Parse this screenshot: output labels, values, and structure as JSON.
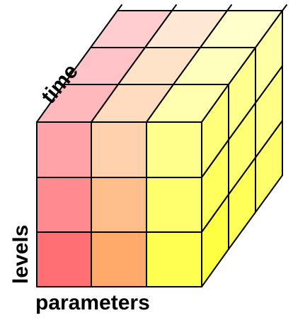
{
  "labels": {
    "time": "time",
    "levels": "levels",
    "parameters": "parameters"
  },
  "grid": {
    "columns": 3,
    "rows": 3,
    "depth": 3
  },
  "colors": {
    "front": [
      [
        "#ffa3a9",
        "#ffd1ad",
        "#ffff8c"
      ],
      [
        "#ff8a8f",
        "#ffbe8b",
        "#ffff6e"
      ],
      [
        "#ff6f74",
        "#ffaa6a",
        "#ffff52"
      ]
    ],
    "top": [
      [
        "#ffb8bc",
        "#ffdcbf",
        "#ffffad"
      ],
      [
        "#ffc2c6",
        "#ffe3c9",
        "#ffffbd"
      ],
      [
        "#ffcdd0",
        "#ffe9d4",
        "#ffffcb"
      ]
    ],
    "side": [
      [
        "#ffff7a",
        "#ffff8e",
        "#ffffa3"
      ],
      [
        "#ffff5e",
        "#ffff73",
        "#ffff88"
      ],
      [
        "#ffff42",
        "#ffff57",
        "#ffff6c"
      ]
    ]
  }
}
